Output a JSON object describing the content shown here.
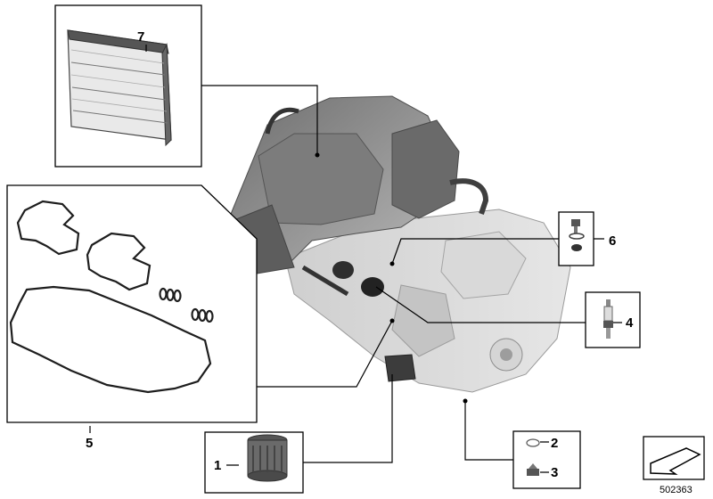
{
  "diagram": {
    "callouts": [
      {
        "id": "1",
        "label": "1"
      },
      {
        "id": "2",
        "label": "2"
      },
      {
        "id": "3",
        "label": "3"
      },
      {
        "id": "4",
        "label": "4"
      },
      {
        "id": "5",
        "label": "5"
      },
      {
        "id": "6",
        "label": "6"
      },
      {
        "id": "7",
        "label": "7"
      }
    ],
    "reference_number": "502363",
    "colors": {
      "engine_body": "#8a8a8a",
      "engine_dark": "#5a5a5a",
      "engine_light": "#c8c8c8",
      "line": "#000000"
    }
  }
}
